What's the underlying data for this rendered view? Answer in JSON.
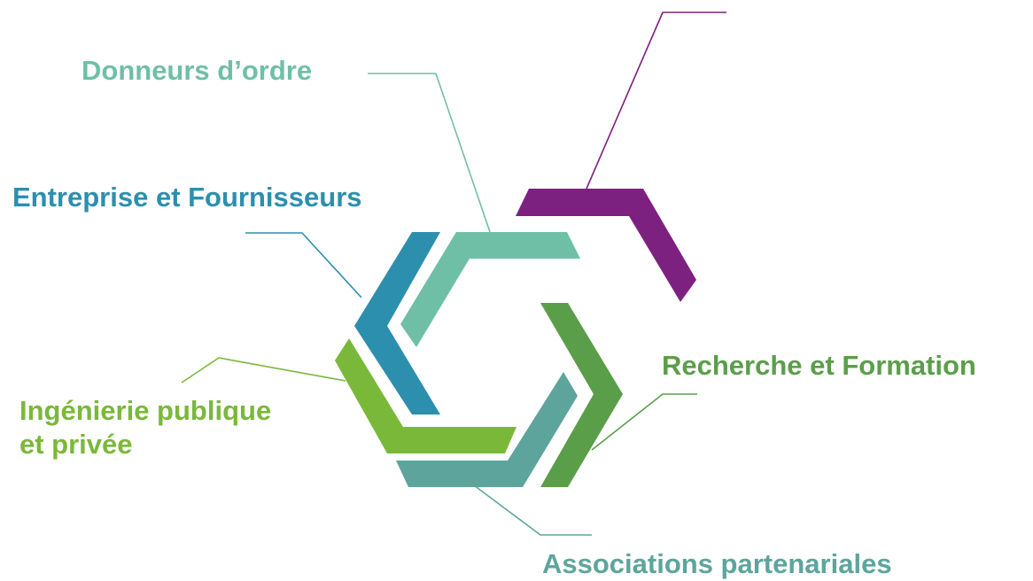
{
  "colors": {
    "donneurs": "#6fbfa7",
    "entreprise": "#2c8fae",
    "ingenierie": "#7ab83a",
    "recherche": "#5b9e4a",
    "associations": "#5da59c",
    "purple": "#7d2180"
  },
  "labels": {
    "donneurs": "Donneurs d’ordre",
    "entreprise": "Entreprise et Fournisseurs",
    "ingenierie_line1": "Ingénierie publique",
    "ingenierie_line2": "et privée",
    "recherche": "Recherche et Formation",
    "associations": "Associations partenariales"
  }
}
